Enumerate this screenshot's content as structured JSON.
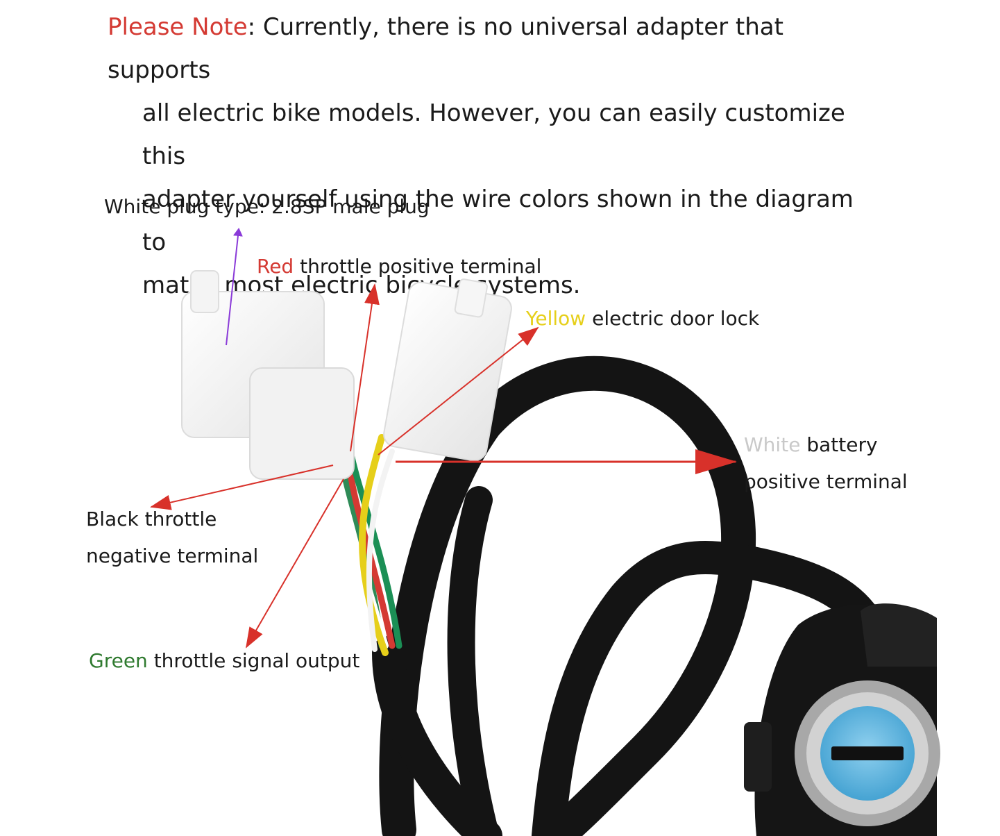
{
  "note": {
    "prefix": "Please Note",
    "line1": ": Currently, there is no universal adapter that supports",
    "line2": "all electric bike models. However, you can easily customize this",
    "line3": "adapter yourself using the wire colors shown in the diagram to",
    "line4": "match most electric bicycle systems."
  },
  "labels": {
    "white_plug": "White plug type: 2.8SP male plug",
    "red_word": "Red",
    "red_rest": " throttle positive terminal",
    "yellow_word": "Yellow",
    "yellow_rest": " electric door lock",
    "white_word": "White",
    "white_rest": " battery",
    "white_line2": "positive terminal",
    "black_line1": "Black throttle",
    "black_line2": "negative terminal",
    "green_word": "Green",
    "green_rest": " throttle signal output"
  },
  "colors": {
    "note_red": "#d43a33",
    "red": "#d43a33",
    "yellow": "#e6cf1a",
    "white": "#c9c9c9",
    "green": "#2f7a2f",
    "arrow_red": "#d8312a",
    "arrow_purple": "#8a3ad8",
    "cable": "#141414",
    "key_blue": "#5fb8e3"
  },
  "icons": {
    "plug": "white-connector-plug",
    "key_lock": "ignition-key-lock"
  }
}
